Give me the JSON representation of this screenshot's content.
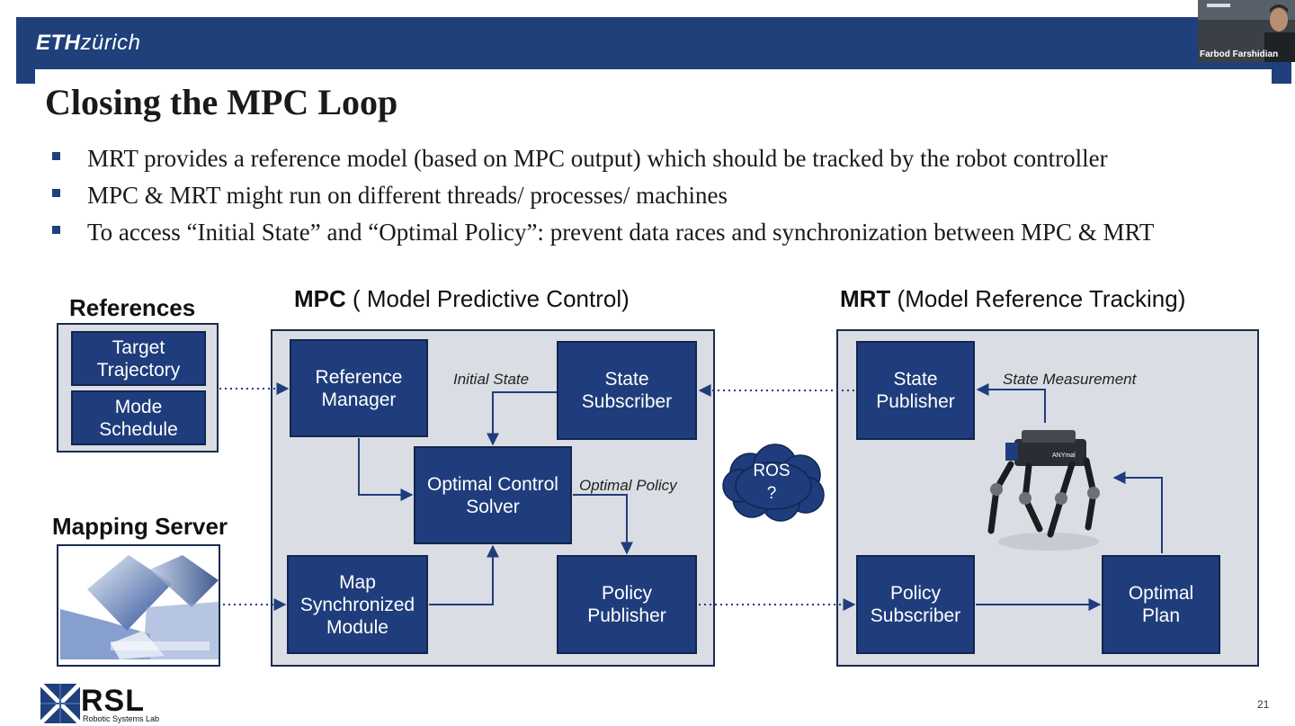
{
  "header": {
    "logo_eth": "ETH",
    "logo_zurich": "zürich"
  },
  "slide": {
    "title": "Closing the MPC Loop",
    "bullets": [
      "MRT provides a reference model (based on MPC output) which should be tracked by the robot controller",
      "MPC & MRT might run on different threads/ processes/ machines",
      "To access “Initial State” and “Optimal Policy”: prevent data races and synchronization between MPC & MRT"
    ],
    "page_number": "21"
  },
  "diagram": {
    "references": {
      "title": "References",
      "blocks": [
        "Target\nTrajectory",
        "Mode\nSchedule"
      ]
    },
    "mapping_server": {
      "title": "Mapping Server"
    },
    "mpc": {
      "title_bold": "MPC",
      "title_rest": " ( Model Predictive Control)",
      "blocks": {
        "reference_manager": "Reference\nManager",
        "state_subscriber": "State\nSubscriber",
        "solver": "Optimal Control\nSolver",
        "map_sync": "Map\nSynchronized\nModule",
        "policy_publisher": "Policy\nPublisher"
      },
      "labels": {
        "initial_state": "Initial State",
        "optimal_policy": "Optimal Policy"
      }
    },
    "ros_cloud": "ROS\n?",
    "mrt": {
      "title_bold": "MRT",
      "title_rest": " (Model Reference Tracking)",
      "blocks": {
        "state_publisher": "State\nPublisher",
        "policy_subscriber": "Policy\nSubscriber",
        "optimal_plan": "Optimal\nPlan"
      },
      "labels": {
        "state_measurement": "State Measurement"
      },
      "robot_label": "ANYmal"
    }
  },
  "footer": {
    "lab_logo": "RSL",
    "lab_name": "Robotic Systems Lab"
  },
  "video": {
    "participant_name": "Farbod Farshidian"
  },
  "colors": {
    "eth_blue": "#1f407a",
    "block_blue": "#1f3d7c",
    "panel_gray": "#dadde3"
  }
}
